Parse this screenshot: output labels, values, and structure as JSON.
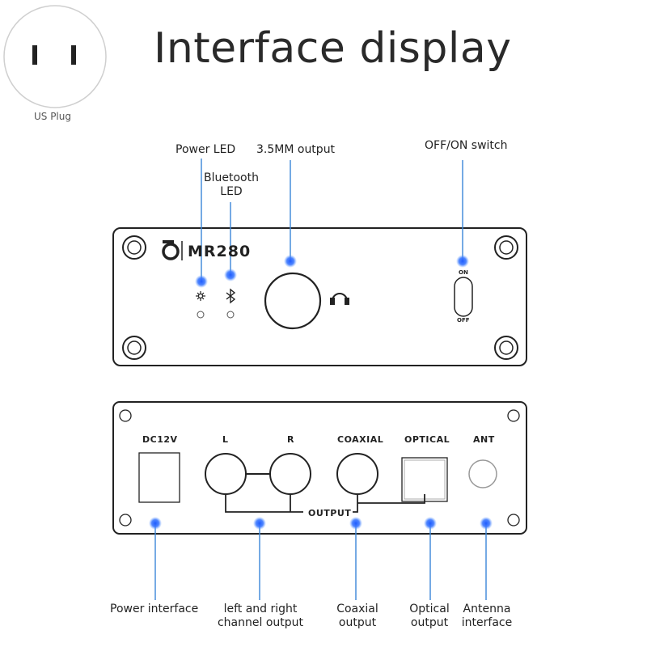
{
  "title": "Interface display",
  "plug": {
    "caption": "US Plug"
  },
  "front_panel": {
    "brand": "MR280",
    "switch_on": "ON",
    "switch_off": "OFF",
    "callouts": {
      "power_led": "Power LED",
      "bluetooth_led_line1": "Bluetooth",
      "bluetooth_led_line2": "LED",
      "output_35mm": "3.5MM output",
      "switch": "OFF/ON switch"
    }
  },
  "rear_panel": {
    "labels": {
      "dc": "DC12V",
      "left": "L",
      "right": "R",
      "coaxial": "COAXIAL",
      "optical": "OPTICAL",
      "ant": "ANT",
      "output": "OUTPUT"
    },
    "callouts": {
      "power": "Power interface",
      "lr_line1": "left and right",
      "lr_line2": "channel output",
      "coax_line1": "Coaxial",
      "coax_line2": "output",
      "optical_line1": "Optical",
      "optical_line2": "output",
      "antenna_line1": "Antenna",
      "antenna_line2": "interface"
    }
  },
  "colors": {
    "accent_blue": "#2a7fe0",
    "glow": "#2f6bff",
    "line_blue": "#3a86d8"
  }
}
